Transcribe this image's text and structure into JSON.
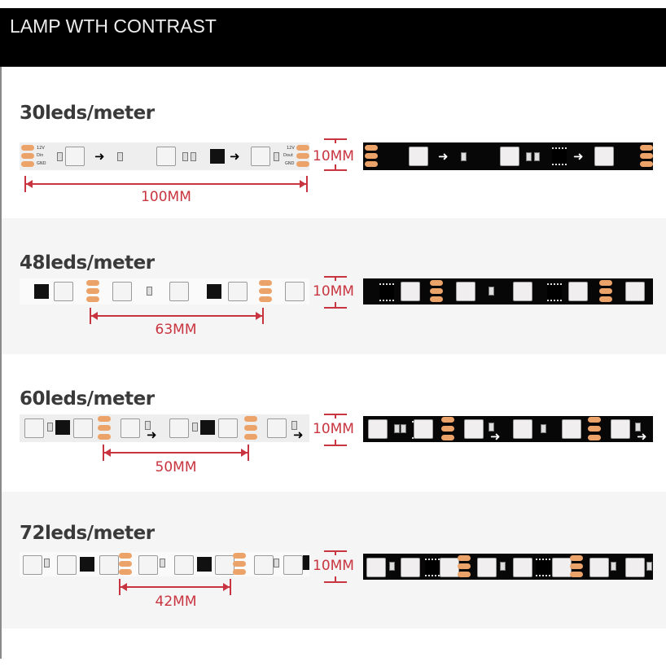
{
  "header": {
    "title": "LAMP WTH CONTRAST"
  },
  "colors": {
    "dimension": "#c8343f",
    "pad": "#eba36a",
    "title_text": "#3a3a3a"
  },
  "sections": [
    {
      "title": "30leds/meter",
      "pitch_label": "100MM",
      "width_label": "10MM",
      "pad_labels_left": [
        "12V",
        "Din",
        "GND"
      ],
      "pad_labels_right": [
        "12V",
        "Dout",
        "GND"
      ]
    },
    {
      "title": "48leds/meter",
      "pitch_label": "63MM",
      "width_label": "10MM"
    },
    {
      "title": "60leds/meter",
      "pitch_label": "50MM",
      "width_label": "10MM"
    },
    {
      "title": "72leds/meter",
      "pitch_label": "42MM",
      "width_label": "10MM"
    }
  ]
}
